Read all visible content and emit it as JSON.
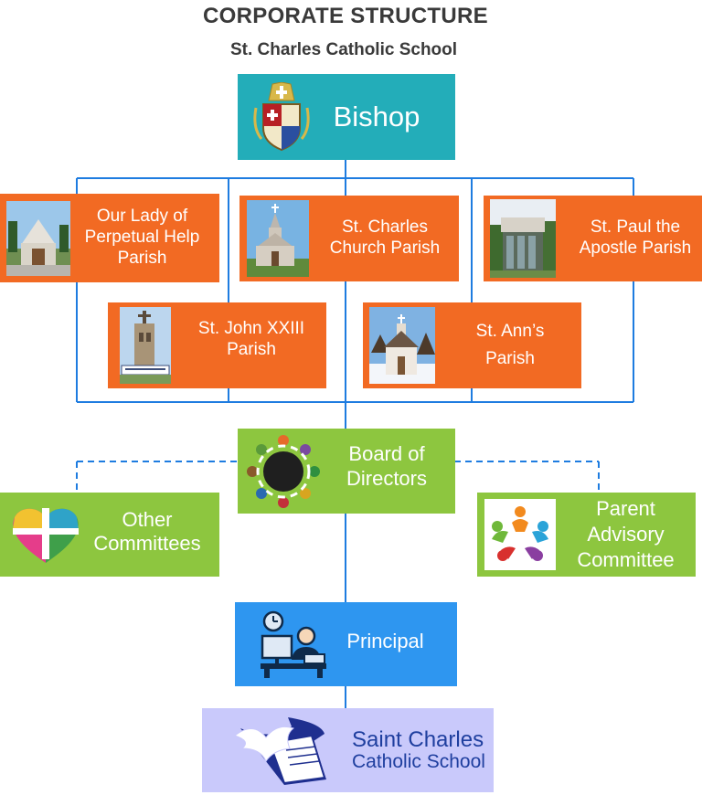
{
  "title": "CORPORATE STRUCTURE",
  "subtitle": "St. Charles Catholic School",
  "nodes": {
    "bishop": {
      "label": "Bishop",
      "icon": "bishop-coat-of-arms-icon"
    },
    "parish_perpetual_help": {
      "label": "Our Lady of Perpetual Help Parish",
      "icon": "church-photo"
    },
    "parish_st_charles": {
      "label": "St. Charles Church Parish",
      "icon": "church-photo"
    },
    "parish_st_paul": {
      "label": "St. Paul the Apostle Parish",
      "icon": "church-photo"
    },
    "parish_st_john": {
      "label": "St. John XXIII Parish",
      "icon": "church-photo"
    },
    "parish_st_ann": {
      "label": "St. Ann’s Parish",
      "icon": "church-photo"
    },
    "board": {
      "label": "Board of Directors",
      "icon": "people-circle-icon"
    },
    "other_committees": {
      "label": "Other Committees",
      "icon": "heart-cross-icon"
    },
    "parent_advisory": {
      "label": "Parent Advisory Committee",
      "icon": "people-star-icon"
    },
    "principal": {
      "label": "Principal",
      "icon": "desk-worker-icon"
    },
    "school": {
      "line1": "Saint Charles",
      "line2": "Catholic School",
      "icon": "dove-book-logo"
    }
  },
  "colors": {
    "orange": "#f26a23",
    "green": "#8dc63f",
    "teal": "#23adb9",
    "blue": "#2e96f0",
    "lavender": "#c9c9fb",
    "connector": "#1e7ce0",
    "school_text": "#1f3f9f"
  }
}
